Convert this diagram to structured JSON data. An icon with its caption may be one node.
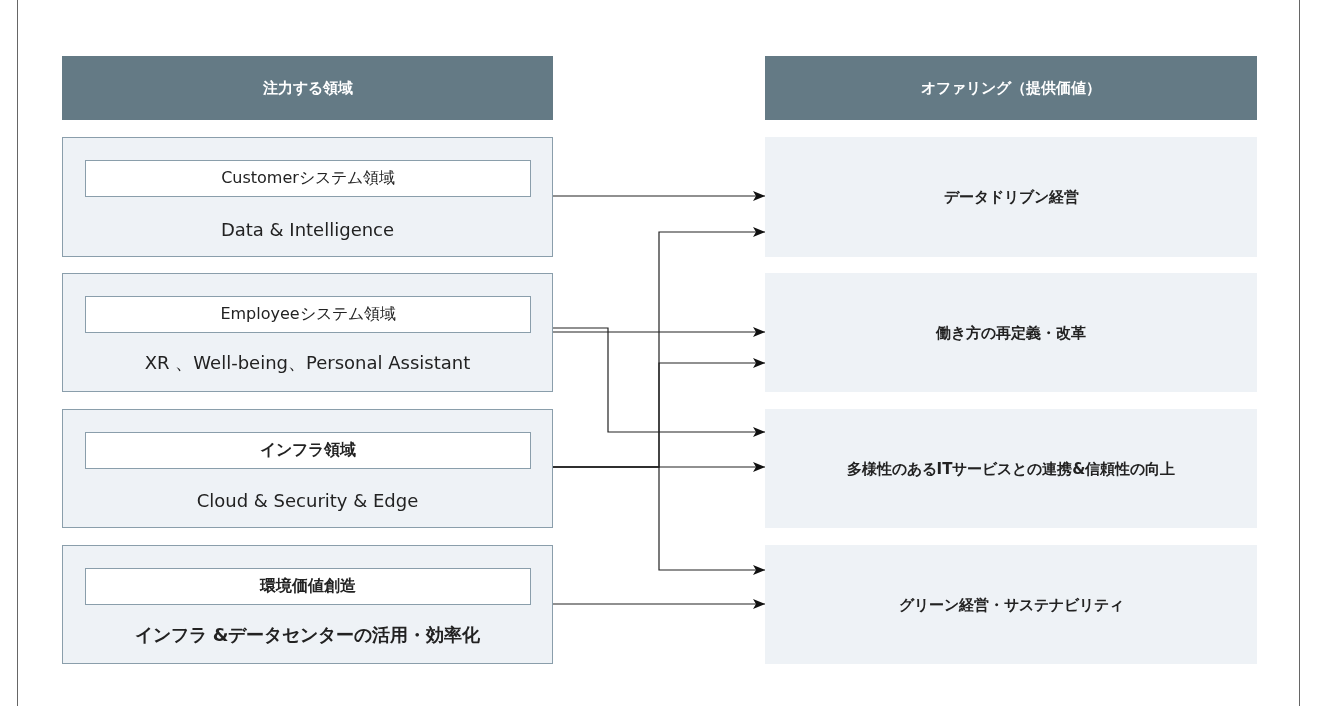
{
  "diagram": {
    "nodes": [
      {
        "text": [
          "注力する領域"
        ]
      },
      {
        "text": [
          "オファリング（提供価値）"
        ]
      },
      {
        "text": [
          "Data & Intelligence"
        ]
      },
      {
        "text": [
          "Customerシステム領域"
        ],
        "in": 2
      },
      {
        "text": [
          "XR 、Well-being、Personal Assistant"
        ]
      },
      {
        "text": [
          "Employeeシステム領域"
        ],
        "in": 4
      },
      {
        "text": [
          "Cloud & Security & Edge"
        ]
      },
      {
        "text": [
          "インフラ領域"
        ],
        "in": 6
      },
      {
        "text": [
          "インフラ &データセンターの活用・効率化"
        ]
      },
      {
        "text": [
          "環境価値創造"
        ],
        "in": 8
      },
      {
        "text": [
          "データドリブン経営"
        ]
      },
      {
        "text": [
          "働き方の再定義・改革"
        ]
      },
      {
        "text": [
          "多様性のあるITサービスとの連携&信頼性の向上"
        ]
      },
      {
        "text": [
          "グリーン経営・サステナビリティ"
        ]
      }
    ],
    "edges": [
      {
        "from": 2,
        "to": 10,
        "arrow": "to"
      },
      {
        "from": 6,
        "to": 10,
        "arrow": "to"
      },
      {
        "from": 4,
        "to": 11,
        "arrow": "to"
      },
      {
        "from": 6,
        "to": 11,
        "arrow": "to"
      },
      {
        "from": 4,
        "to": 12,
        "arrow": "to"
      },
      {
        "from": 6,
        "to": 12,
        "arrow": "to"
      },
      {
        "from": 6,
        "to": 13,
        "arrow": "to"
      },
      {
        "from": 8,
        "to": 13,
        "arrow": "to"
      }
    ]
  }
}
